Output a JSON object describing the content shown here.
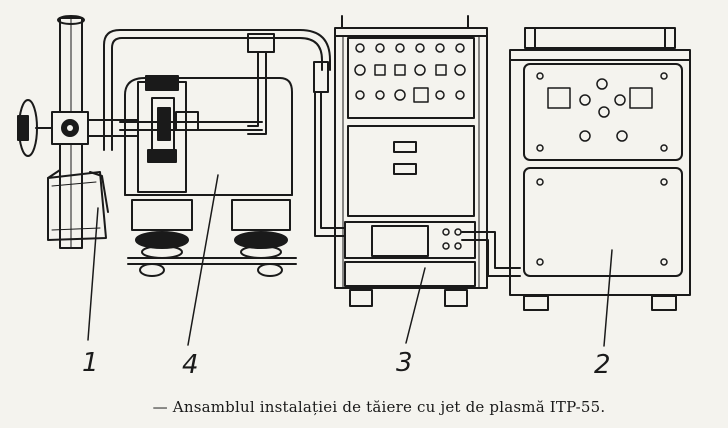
{
  "caption": "— Ansamblul instalației de tăiere cu jet de plasmă ITP-55.",
  "labels": {
    "l1": "1",
    "l2": "2",
    "l3": "3",
    "l4": "4"
  },
  "colors": {
    "ink": "#1a1a1a",
    "paper": "#f4f3ee"
  }
}
